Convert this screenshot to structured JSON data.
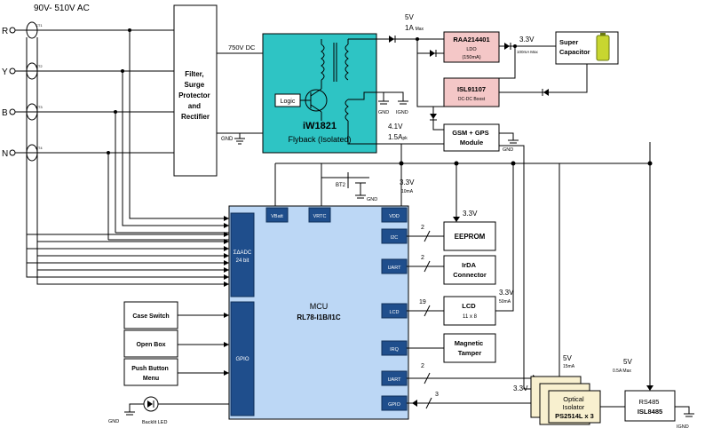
{
  "title": "90V- 510V AC",
  "phases": [
    "R",
    "Y",
    "B",
    "N"
  ],
  "ct_labels": [
    "CT1",
    "CT2",
    "CT3",
    "CT4"
  ],
  "filter": {
    "l1": "Filter,",
    "l2": "Surge",
    "l3": "Protector",
    "l4": "and",
    "l5": "Rectifier"
  },
  "dc_label": "750V DC",
  "gnd": "GND",
  "flyback": {
    "name": "iW1821",
    "desc": "Flyback (Isolated)",
    "logic": "Logic"
  },
  "out5v": {
    "v": "5V",
    "i": "1A",
    "sub": "Max"
  },
  "out41v": {
    "v": "4.1V",
    "i": "1.5A",
    "sub": "pk"
  },
  "gnd_labels": {
    "g1": "GND",
    "g2": "IGND",
    "g3": "GND",
    "g4": "GND",
    "g5": "GND",
    "g6": "IGND"
  },
  "ldo": {
    "name": "RAA214401",
    "l1": "LDO",
    "l2": "(150mA)"
  },
  "boost": {
    "name": "ISL91107",
    "desc": "DC-DC Boost"
  },
  "supercap": {
    "l1": "Super",
    "l2": "Capacitor"
  },
  "rail33": {
    "v": "3.3V",
    "i": "100mA",
    "sub": "Max"
  },
  "gsm": {
    "l1": "GSM + GPS",
    "l2": "Module"
  },
  "battery": "BT2",
  "vdd_rail": {
    "v": "3.3V",
    "i": "10mA"
  },
  "eeprom_rail": "3.3V",
  "mcu": {
    "l1": "MCU",
    "l2": "RL78-I1B/I1C"
  },
  "ports": {
    "vbatt": "VBatt",
    "vrtc": "VRTC",
    "vdd": "VDD",
    "i2c": "I2C",
    "uart": "UART",
    "lcd": "LCD",
    "irq": "IRQ",
    "uart2": "UART",
    "gpio": "GPIO",
    "adc1": "ΣΔADC",
    "adc2": "24 bit",
    "gpio_left": "GPIO"
  },
  "eeprom": "EEPROM",
  "irda": {
    "l1": "IrDA",
    "l2": "Connector"
  },
  "lcd": {
    "l1": "LCD",
    "l2": "11 x 8"
  },
  "lcd_rail": {
    "v": "3.3V",
    "i": "50mA"
  },
  "tamper": {
    "l1": "Magnetic",
    "l2": "Tamper"
  },
  "buses": {
    "i2c": "2",
    "uart": "2",
    "lcd": "19",
    "uart2": "2",
    "gpio": "3"
  },
  "left_boxes": {
    "case": "Case Switch",
    "open": "Open Box",
    "push1": "Push Button",
    "push2": "Menu"
  },
  "backlight": "Backlit LED",
  "iso_rail5v": {
    "v": "5V",
    "i": "15mA"
  },
  "iso_rail33": "3.3V",
  "optical": {
    "l1": "Optical",
    "l2": "Isolator",
    "l3": "PS2514L x 3"
  },
  "rs485_rail": {
    "v": "5V",
    "i": "0.5A",
    "sub": "Max"
  },
  "rs485": {
    "l1": "RS485",
    "l2": "ISL8485"
  },
  "colors": {
    "teal": "#2ec4c4",
    "pink": "#f4c7c7",
    "mcu": "#bcd7f5",
    "port": "#1f4e8c",
    "iso": "#f8f0cf",
    "battery": "#c8d630"
  }
}
